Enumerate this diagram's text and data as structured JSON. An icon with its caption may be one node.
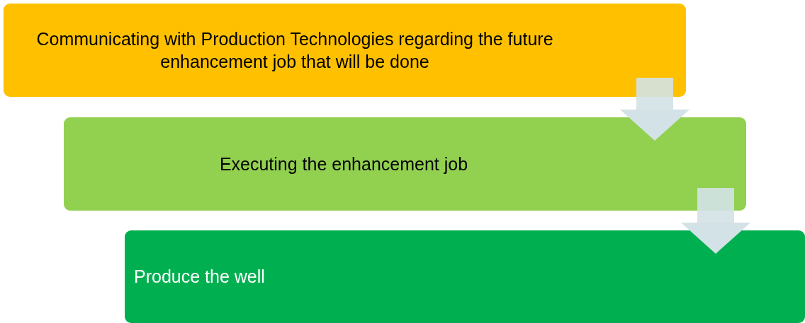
{
  "diagram": {
    "nodes": [
      {
        "text": [
          "Communicating with Production Technologies regarding the future enhancement job that will be done"
        ]
      },
      {
        "text": [
          "Executing the enhancement job"
        ]
      },
      {
        "text": [
          "Produce the well"
        ]
      }
    ],
    "edges": [
      {
        "from": 0,
        "to": 1,
        "arrow": "to"
      },
      {
        "from": 1,
        "to": 2,
        "arrow": "to"
      }
    ]
  }
}
